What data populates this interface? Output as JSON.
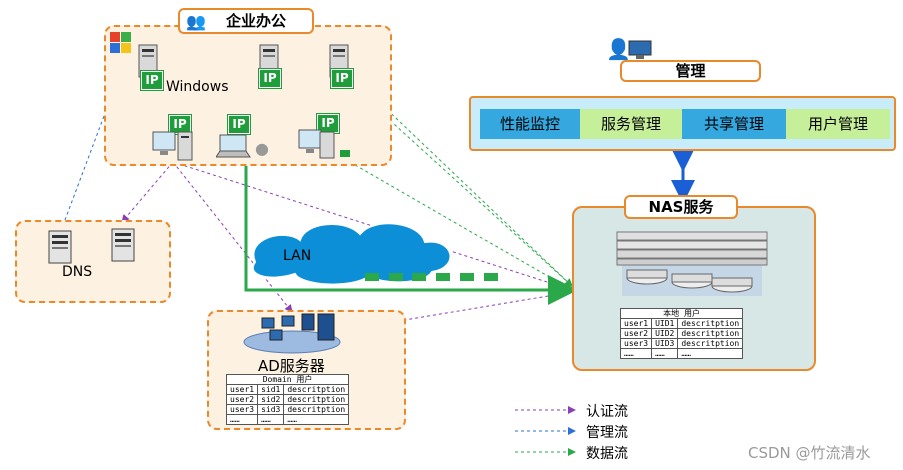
{
  "office": {
    "title": "企业办公",
    "windows_label": "Windows",
    "ip_label": "IP"
  },
  "dns": {
    "label": "DNS"
  },
  "management": {
    "title": "管理",
    "modules": [
      "性能监控",
      "服务管理",
      "共享管理",
      "用户管理"
    ]
  },
  "nas": {
    "title": "NAS服务",
    "table_header": "本地 用户",
    "rows": [
      [
        "user1",
        "UID1",
        "descritption"
      ],
      [
        "user2",
        "UID2",
        "descritption"
      ],
      [
        "user3",
        "UID3",
        "descritption"
      ],
      [
        "……",
        "……",
        "……"
      ]
    ]
  },
  "lan": {
    "label": "LAN"
  },
  "ad": {
    "title": "AD服务器",
    "table_header": "Domain 用户",
    "rows": [
      [
        "user1",
        "sid1",
        "descritption"
      ],
      [
        "user2",
        "sid2",
        "descritption"
      ],
      [
        "user3",
        "sid3",
        "descritption"
      ],
      [
        "……",
        "……",
        "……"
      ]
    ]
  },
  "legend": [
    {
      "label": "认证流",
      "color": "#8a3fb5"
    },
    {
      "label": "管理流",
      "color": "#2c6fd6"
    },
    {
      "label": "数据流",
      "color": "#2aa84a"
    }
  ],
  "watermark": "CSDN @竹流清水",
  "colors": {
    "accent_orange": "#e8892b",
    "ip_green": "#1f9d3a",
    "mgmt_blue": "#35a8df",
    "mgmt_green": "#c6ef9a",
    "nas_bg": "#d6e7e6"
  }
}
